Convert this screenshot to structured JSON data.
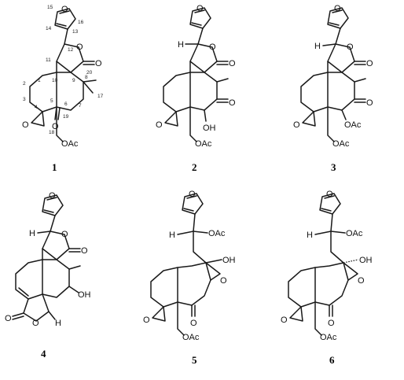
{
  "compounds": [
    {
      "id": "1",
      "labels": [
        "OAc"
      ],
      "numbers": [
        "15",
        "16",
        "14",
        "13",
        "12",
        "11",
        "20",
        "1",
        "2",
        "3",
        "10",
        "9",
        "8",
        "17",
        "7",
        "4",
        "5",
        "6",
        "18",
        "19"
      ]
    },
    {
      "id": "2",
      "labels": [
        "H",
        "OH",
        "OAc"
      ]
    },
    {
      "id": "3",
      "labels": [
        "H",
        "OAc",
        "OAc"
      ]
    },
    {
      "id": "4",
      "labels": [
        "H",
        "OH",
        "H"
      ]
    },
    {
      "id": "5",
      "labels": [
        "H",
        "OAc",
        "OH",
        "OAc"
      ]
    },
    {
      "id": "6",
      "labels": [
        "H",
        "OAc",
        "OH",
        "OAc"
      ]
    }
  ],
  "atoms": {
    "oxygen": "O"
  }
}
